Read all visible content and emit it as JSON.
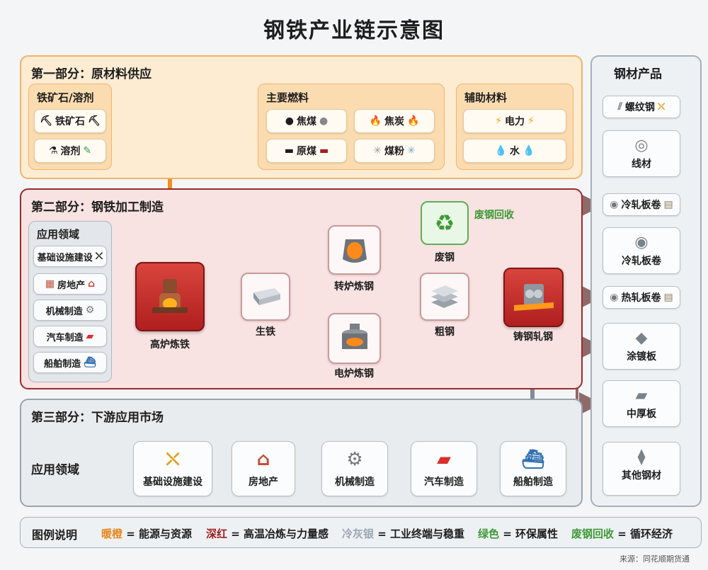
{
  "title": "钢铁产业链示意图",
  "part1": {
    "label": "第一部分：原材料供应",
    "ore_group": {
      "label": "铁矿石/溶剂",
      "items": [
        {
          "label": "铁矿石",
          "icon": "pickaxe-icon"
        },
        {
          "label": "溶剂",
          "icon": "flask-icon"
        }
      ]
    },
    "fuel_group": {
      "label": "主要燃料",
      "items": [
        {
          "label": "焦煤",
          "icon": "coal-icon"
        },
        {
          "label": "焦炭",
          "icon": "fire-icon"
        },
        {
          "label": "原煤",
          "icon": "coal-cart-icon"
        },
        {
          "label": "煤粉",
          "icon": "powder-icon"
        }
      ]
    },
    "aux_group": {
      "label": "辅助材料",
      "items": [
        {
          "label": "电力",
          "icon": "lightning-icon"
        },
        {
          "label": "水",
          "icon": "water-drop-icon"
        }
      ]
    }
  },
  "part2": {
    "label": "第二部分：钢铁加工制造",
    "app_box": {
      "label": "应用领域",
      "items": [
        "基础设施建设",
        "房地产",
        "机械制造",
        "汽车制造",
        "船舶制造"
      ]
    },
    "nodes": {
      "blast_furnace": "高炉炼铁",
      "pig_iron": "生铁",
      "converter": "转炉炼钢",
      "electric_furnace": "电炉炼钢",
      "crude_steel": "粗钢",
      "scrap": "废钢",
      "casting_rolling": "铸钢轧钢"
    },
    "scrap_recycle_label": "废钢回收"
  },
  "part3": {
    "label": "第三部分：下游应用市场",
    "app_label": "应用领域",
    "items": [
      "基础设施建设",
      "房地产",
      "机械制造",
      "汽车制造",
      "船舶制造"
    ]
  },
  "products": {
    "label": "钢材产品",
    "items": [
      "螺纹钢",
      "线材",
      "冷轧板卷",
      "冷轧板卷",
      "热轧板卷",
      "涂镀板",
      "中厚板",
      "其他钢材"
    ]
  },
  "legend": {
    "title": "图例说明",
    "items": [
      {
        "key": "暖橙",
        "desc": "= 能源与资源",
        "color": "#e8871c"
      },
      {
        "key": "深红",
        "desc": "= 高温冶炼与力量感",
        "color": "#a01d1d"
      },
      {
        "key": "冷灰银",
        "desc": "= 工业终端与稳重",
        "color": "#9aa6b2"
      },
      {
        "key": "绿色",
        "desc": "= 环保属性",
        "color": "#3e9a36"
      },
      {
        "key": "废钢回收",
        "desc": "= 循环经济",
        "color": "#3e9a36"
      }
    ]
  },
  "source": "来源：同花顺期货通",
  "colors": {
    "orange": "#f0901e",
    "darkred": "#a01d1d",
    "gray": "#7f8c99",
    "green": "#5fae55"
  }
}
